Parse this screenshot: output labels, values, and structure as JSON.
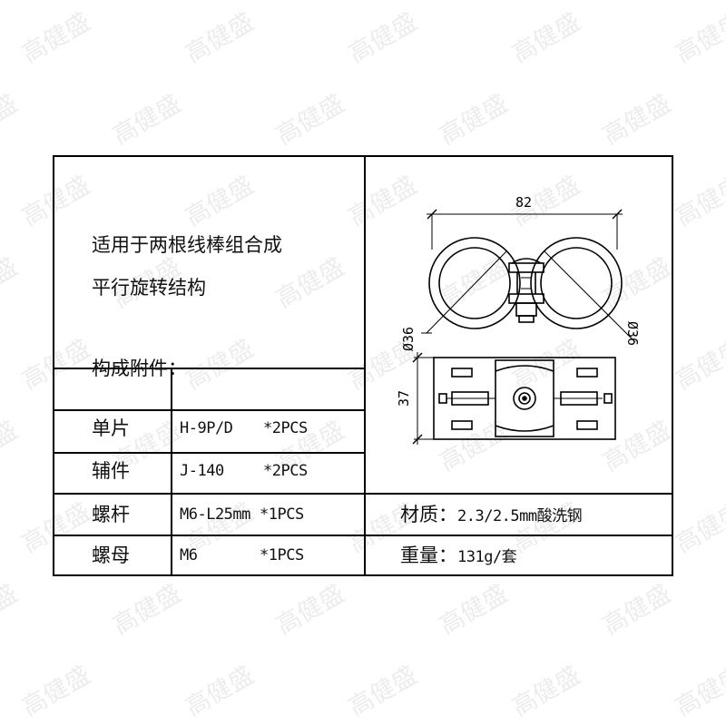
{
  "watermark": "高健盛",
  "description": {
    "line1": "适用于两根线棒组合成",
    "line2": "平行旋转结构",
    "parts_heading": "构成附件："
  },
  "parts": [
    {
      "name": "单片",
      "spec": "H-9P/D",
      "qty": "*2PCS"
    },
    {
      "name": "辅件",
      "spec": "J-140",
      "qty": "*2PCS"
    },
    {
      "name": "螺杆",
      "spec": "M6-L25mm",
      "qty": "*1PCS"
    },
    {
      "name": "螺母",
      "spec": "M6",
      "qty": "*1PCS"
    }
  ],
  "material": {
    "label": "材质：",
    "value": "2.3/2.5mm酸洗钢"
  },
  "weight": {
    "label": "重量：",
    "value": "131g/套"
  },
  "dimensions": {
    "width": "82",
    "height": "37",
    "dia_left": "Ø36",
    "dia_right": "Ø36"
  }
}
